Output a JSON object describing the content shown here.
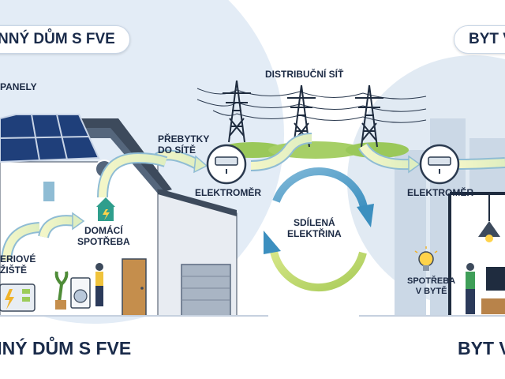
{
  "header": {
    "left_title": "NNÝ DŮM S FVE",
    "right_title": "BYT V"
  },
  "labels": {
    "panels": "PANELY",
    "grid": "DISTRIBUČNÍ SÍŤ",
    "surplus_line1": "PŘEBYTKY",
    "surplus_line2": "DO SÍTĚ",
    "meter_left": "ELEKTROMĚR",
    "meter_right": "ELEKTROMĚR",
    "shared_line1": "SDÍLENÁ",
    "shared_line2": "ELEKTŘINA",
    "home_line1": "DOMÁCÍ",
    "home_line2": "SPOTŘEBA",
    "battery_line1": "ERIOVÉ",
    "battery_line2": "ŽIŠTĚ",
    "flat_line1": "SPOTŘEBA",
    "flat_line2": "V BYTĚ"
  },
  "footer": {
    "left_title": "NNÝ DŮM S FVE",
    "right_title": "BYT V"
  },
  "colors": {
    "sky": "#dfe9f4",
    "roof": "#3d4a5c",
    "panel": "#1f3f7a",
    "arrow": "#d8e8a0",
    "arrow_edge": "#7fb0c8",
    "grass": "#8fc24a"
  }
}
